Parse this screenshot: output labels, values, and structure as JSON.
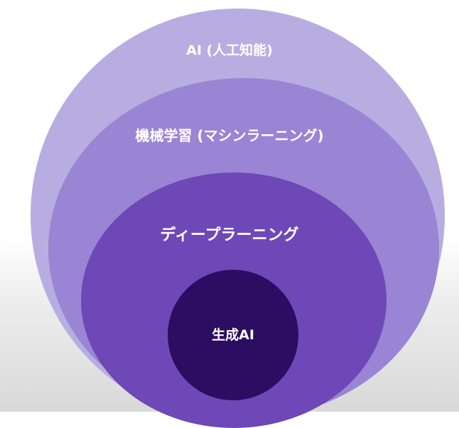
{
  "layers": {
    "ai": {
      "label": "AI (人工知能)",
      "color": "#b8ade0"
    },
    "ml": {
      "label": "機械学習 (マシンラーニング)",
      "color": "#9a84d4"
    },
    "dl": {
      "label": "ディープラーニング",
      "color": "#6e48b6"
    },
    "gen": {
      "label": "生成AI",
      "color": "#2c0d61"
    }
  }
}
